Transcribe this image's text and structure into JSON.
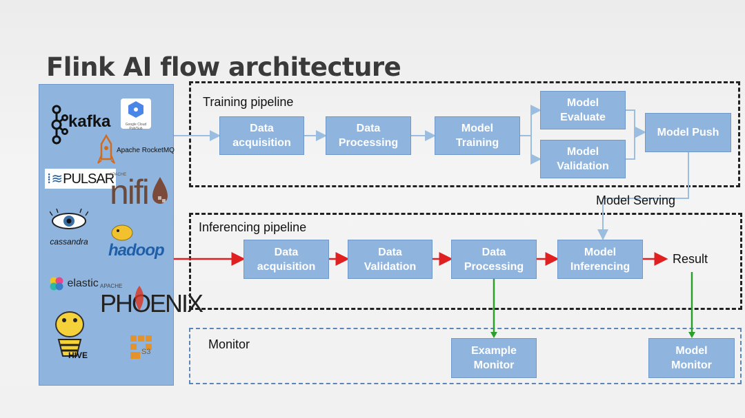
{
  "title": "Flink AI flow architecture",
  "sources": {
    "logos": [
      "kafka",
      "Google Cloud Pub/Sub",
      "Apache RocketMQ",
      "PULSAR",
      "APACHE",
      "nifi",
      "cassandra",
      "hadoop",
      "elastic",
      "APACHE",
      "PHOENIX",
      "HIVE",
      "S3"
    ]
  },
  "training": {
    "label": "Training pipeline",
    "nodes": [
      "Data\nacquisition",
      "Data\nProcessing",
      "Model\nTraining",
      "Model\nEvaluate",
      "Model\nValidation",
      "Model Push"
    ]
  },
  "serving_label": "Model Serving",
  "inferencing": {
    "label": "Inferencing pipeline",
    "nodes": [
      "Data\nacquisition",
      "Data\nValidation",
      "Data\nProcessing",
      "Model\nInferencing"
    ],
    "result": "Result"
  },
  "monitor": {
    "label": "Monitor",
    "nodes": [
      "Example\nMonitor",
      "Model\nMonitor"
    ]
  },
  "colors": {
    "box": "#8fb5df",
    "red_arrow": "#e02020",
    "green_arrow": "#2aa02a",
    "blue_arrow": "#9bbde0"
  }
}
